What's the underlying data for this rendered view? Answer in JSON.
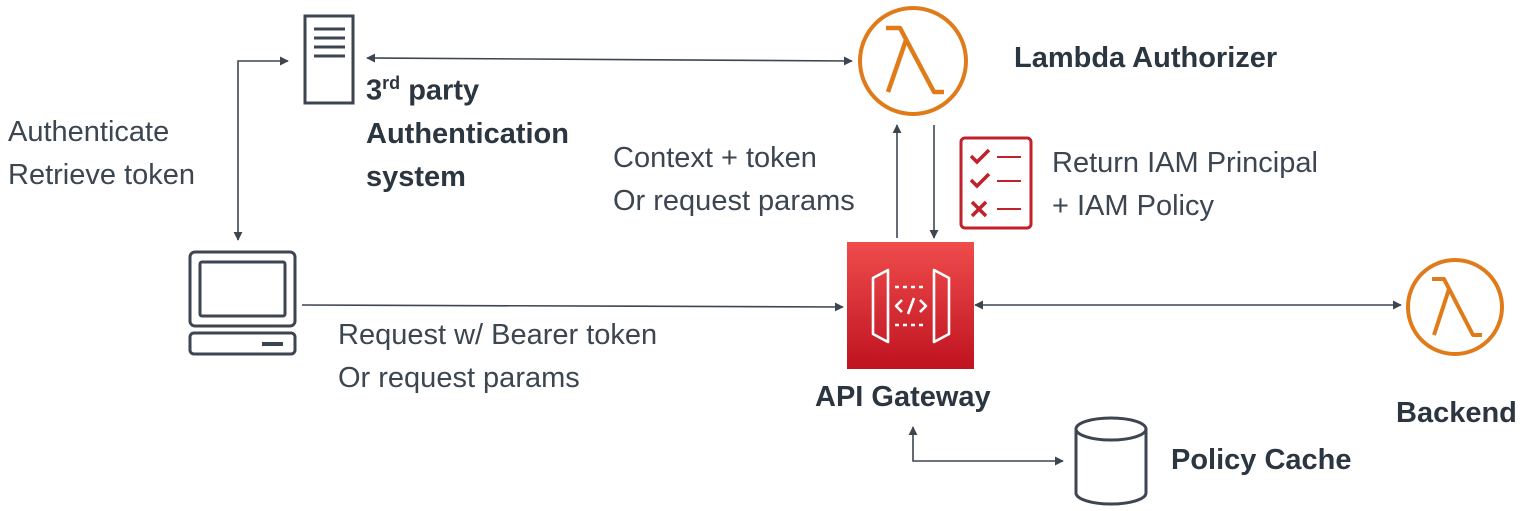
{
  "colors": {
    "line": "#3d4650",
    "lambda": "#e07b1a",
    "gateway_top": "#ee4b4b",
    "gateway_bottom": "#c1121f",
    "policy_red": "#c0212b",
    "text": "#3b4650"
  },
  "nodes": {
    "auth_server": {
      "icon": "server-icon",
      "label_line1_base": "3",
      "label_line1_sup": "rd",
      "label_line1_rest": " party",
      "label_line2": "Authentication",
      "label_line3": "system"
    },
    "lambda_authorizer": {
      "icon": "lambda-icon",
      "label": "Lambda Authorizer"
    },
    "client": {
      "icon": "computer-icon"
    },
    "api_gateway": {
      "icon": "api-gateway-icon",
      "label": "API Gateway"
    },
    "backend": {
      "icon": "lambda-icon",
      "label": "Backend"
    },
    "policy_cache": {
      "icon": "database-icon",
      "label": "Policy Cache"
    },
    "iam_policy": {
      "icon": "checklist-icon"
    }
  },
  "edges": {
    "client_auth": {
      "line1": "Authenticate",
      "line2": "Retrieve token"
    },
    "client_gateway": {
      "line1": "Request w/ Bearer token",
      "line2": "Or request params"
    },
    "gateway_authorizer": {
      "line1": "Context + token",
      "line2": "Or request params"
    },
    "authorizer_gateway": {
      "line1": "Return IAM Principal",
      "line2": "+ IAM Policy"
    }
  }
}
